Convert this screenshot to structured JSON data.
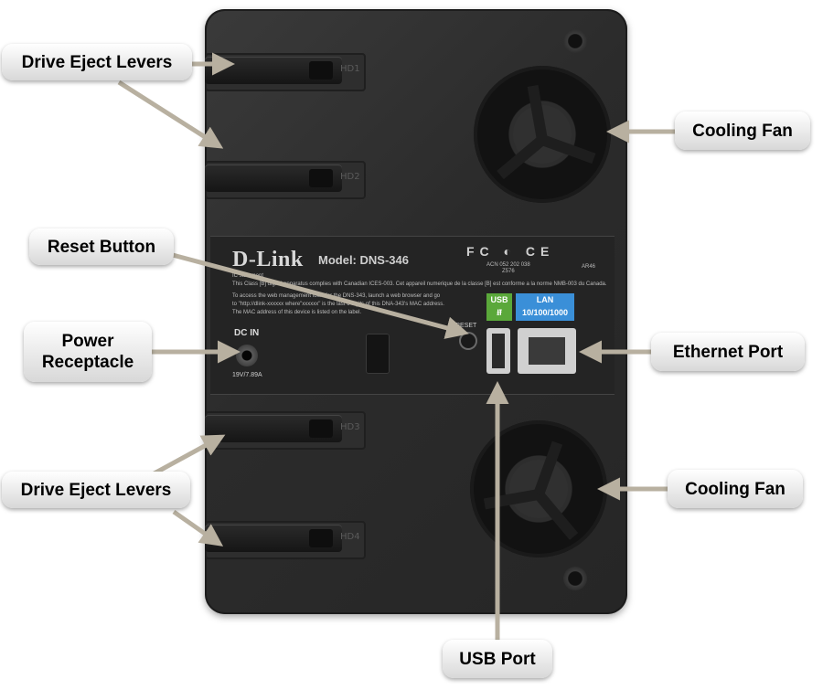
{
  "callouts": {
    "drive_eject_levers_top": "Drive Eject Levers",
    "reset_button": "Reset Button",
    "power_receptacle": "Power\nReceptacle",
    "drive_eject_levers_bottom": "Drive Eject Levers",
    "cooling_fan_top": "Cooling Fan",
    "ethernet_port": "Ethernet Port",
    "cooling_fan_bottom": "Cooling Fan",
    "usb_port": "USB Port"
  },
  "device": {
    "brand": "D-Link",
    "model": "Model: DNS-346",
    "hd_labels": [
      "HD1",
      "HD2",
      "HD3",
      "HD4"
    ],
    "cert_marks": "FC ◐ CE",
    "acn": "ACN 052 202 038",
    "acn_sub": "Z576",
    "ar_code": "AR46",
    "ic_statement": "IC statement",
    "ic_text": "This Class [B] digital apparatus complies with Canadian ICES-003.   Cet appareil numerique de la classe [B] est conforme a la norme NMB-003 du Canada.",
    "web_text_1": "To access the web management tools for the DNS-343, launch a web browser and go",
    "web_text_2": "to \"http://dlink-xxxxxx where\"xxxxxx\" is the last 6 digits of this DNA-343's MAC address.",
    "mac_text": "The MAC address of this device is listed on the label.",
    "dc_in": "DC IN",
    "voltage": "19V/7.89A",
    "reset": "RESET",
    "usb": "USB",
    "lan": "LAN",
    "lan_speed": "10/100/1000"
  },
  "colors": {
    "callout_text": "#000000",
    "device_body": "#2b2b2b",
    "usb_tag": "#5aa83a",
    "lan_tag": "#3a8fd8",
    "leader_line": "#b8b0a0"
  }
}
